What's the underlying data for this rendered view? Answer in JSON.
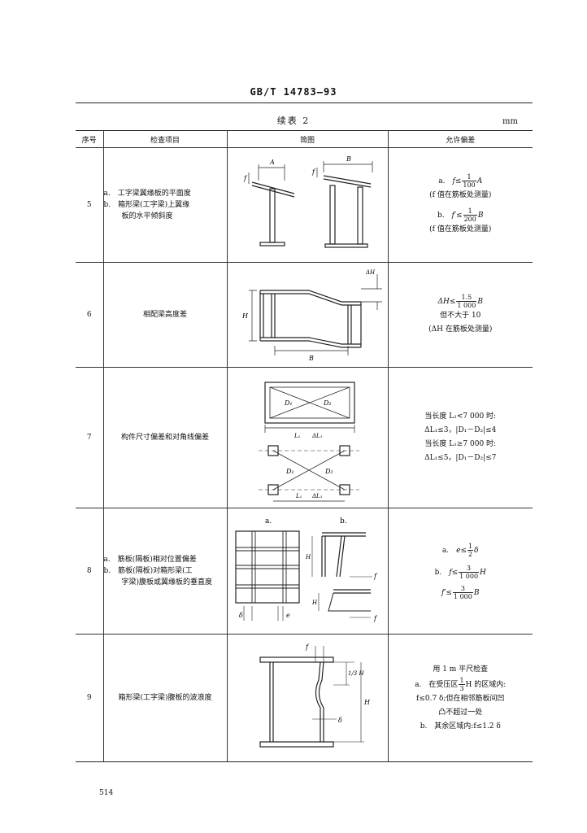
{
  "header": {
    "standard_code": "GB/T 14783—93",
    "table_caption": "续表 2",
    "unit": "mm"
  },
  "columns": {
    "seq": "序号",
    "item": "检查项目",
    "sketch": "简图",
    "tolerance": "允许偏差"
  },
  "rows": [
    {
      "seq": "5",
      "item_lines": [
        "a.　工字梁翼缘板的平面度",
        "b.　箱形梁(工字梁)上翼缘",
        "板的水平倾斜度"
      ],
      "sketch_labels": [
        "A",
        "f",
        "B",
        "f"
      ],
      "tol_a_prefix": "a.",
      "tol_a_lhs": "f≤",
      "tol_a_num": "1",
      "tol_a_den": "100",
      "tol_a_var": "A",
      "tol_a_note": "(f 值在筋板处测量)",
      "tol_b_prefix": "b.",
      "tol_b_lhs": "f′≤",
      "tol_b_num": "1",
      "tol_b_den": "200",
      "tol_b_var": "B",
      "tol_b_note": "(f 值在筋板处测量)"
    },
    {
      "seq": "6",
      "item": "相配梁高度差",
      "sketch_labels": [
        "H",
        "ΔH",
        "B"
      ],
      "tol_lhs": "ΔH≤",
      "tol_num": "1.5",
      "tol_den": "1 000",
      "tol_var": "B",
      "tol_lines": [
        "但不大于 10",
        "(ΔH 在筋板处测量)"
      ]
    },
    {
      "seq": "7",
      "item": "构件尺寸偏差和对角线偏差",
      "sketch_labels": [
        "D₁",
        "D₂",
        "L₁",
        "ΔL₁",
        "D₁",
        "D₂",
        "L₁",
        "ΔL₁"
      ],
      "tol_lines": [
        "当长度 L₁<7 000 时:",
        "ΔL₁≤3，|D₁－D₂|≤4",
        "当长度 L₁≥7 000 时:",
        "ΔL₁≤5，|D₁－D₂|≤7"
      ]
    },
    {
      "seq": "8",
      "item_lines": [
        "a.　筋板(隔板)相对位置偏差",
        "b.　筋板(隔板)对箱形梁(工",
        "字梁)腹板或翼缘板的垂直度"
      ],
      "sketch_labels": [
        "a.",
        "b.",
        "δ",
        "e",
        "H",
        "f",
        "H",
        "f"
      ],
      "tol_a_prefix": "a.",
      "tol_a_lhs": "e≤",
      "tol_a_num": "1",
      "tol_a_den": "2",
      "tol_a_var": "δ",
      "tol_b_prefix": "b.",
      "tol_b_lhs": "f≤",
      "tol_b_num": "3",
      "tol_b_den": "1 000",
      "tol_b_var": "H",
      "tol_c_lhs": "f′≤",
      "tol_c_num": "3",
      "tol_c_den": "1 000",
      "tol_c_var": "B"
    },
    {
      "seq": "9",
      "item": "箱形梁(工字梁)腹板的波浪度",
      "sketch_labels": [
        "f",
        "1/3 H",
        "H",
        "δ"
      ],
      "tol_line1": "用 1 m 平尺检查",
      "tol_a_prefix": "a.　在受压区",
      "tol_a_num": "1",
      "tol_a_den": "3",
      "tol_a_suffix": "H 的区域内:",
      "tol_lines": [
        "f≤0.7 δ;但在相邻筋板间凹",
        "凸不超过一处",
        "b.　其余区域内:f≤1.2 δ"
      ]
    }
  ],
  "footer": {
    "page_number": "514"
  }
}
